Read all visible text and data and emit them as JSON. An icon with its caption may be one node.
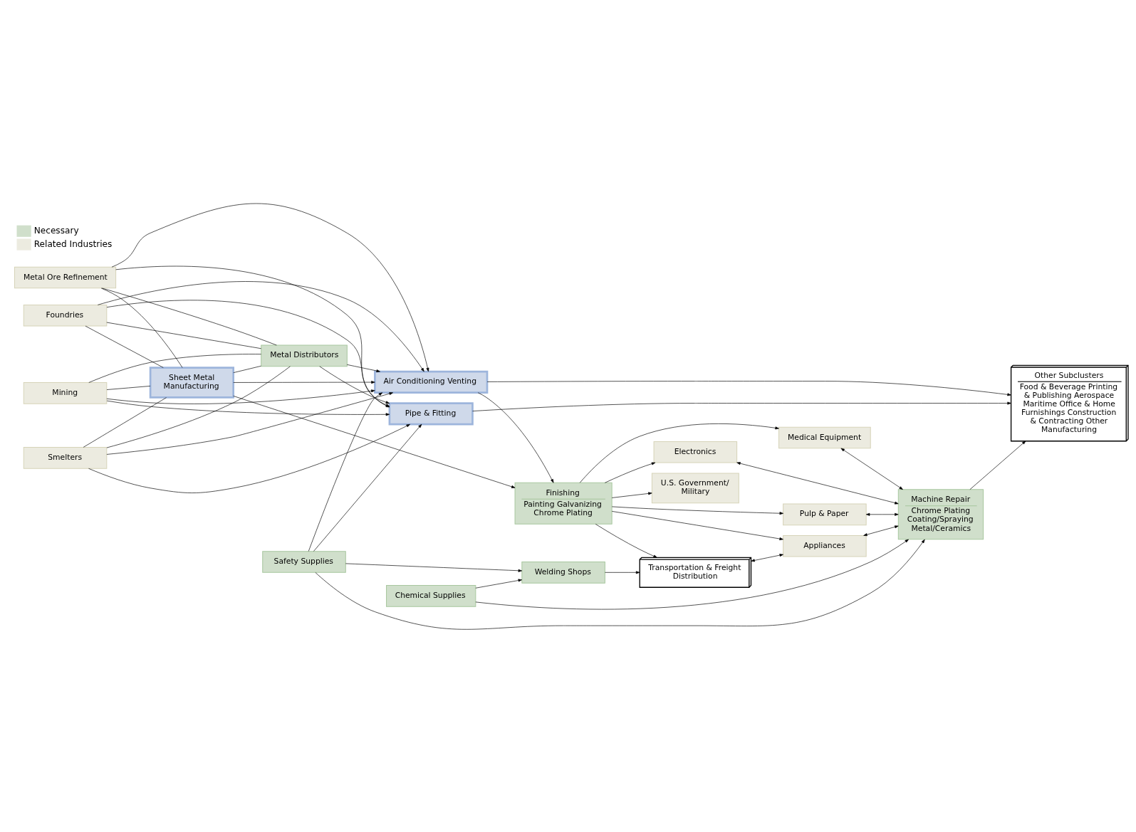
{
  "diagram": {
    "nodes": [
      {
        "text": [
          "Mining"
        ]
      },
      {
        "text": [
          "Metal Ore Refinement"
        ]
      },
      {
        "text": [
          "Smelters"
        ]
      },
      {
        "text": [
          "Foundries"
        ]
      },
      {
        "text": [
          "Sheet Metal Manufacturing"
        ]
      },
      {
        "text": [
          "Metal Distributors"
        ]
      },
      {
        "text": [
          "U.S. Government/ Military"
        ]
      },
      {
        "text": [
          "Finishing",
          "Painting Galvanizing Chrome Plating"
        ]
      },
      {
        "text": [
          "Transportation & Freight Distribution"
        ]
      },
      {
        "text": [
          "Appliances"
        ]
      },
      {
        "text": [
          "Pulp & Paper"
        ]
      },
      {
        "text": [
          "Medical Equipment"
        ]
      },
      {
        "text": [
          "Electronics"
        ]
      },
      {
        "text": [
          "Pipe & Fitting"
        ]
      },
      {
        "text": [
          "Air Conditioning Venting"
        ]
      },
      {
        "text": [
          "Welding Shops"
        ]
      },
      {
        "text": [
          "Safety Supplies"
        ]
      },
      {
        "text": [
          "Chemical Supplies"
        ]
      },
      {
        "text": [
          "Machine Repair",
          "Chrome Plating Coating/Spraying Metal/Ceramics"
        ]
      },
      {
        "text": [
          "Other Subclusters",
          "Food & Beverage Printing & Publishing Aerospace Maritime Office & Home Furnishings Construction & Contracting Other Manufacturing"
        ]
      }
    ],
    "edges": [
      {
        "from": 0,
        "to": 4,
        "arrow": "none"
      },
      {
        "from": 1,
        "to": 4,
        "arrow": "none"
      },
      {
        "from": 2,
        "to": 4,
        "arrow": "none"
      },
      {
        "from": 3,
        "to": 4,
        "arrow": "none"
      },
      {
        "from": 0,
        "to": 5,
        "arrow": "none"
      },
      {
        "from": 1,
        "to": 5,
        "arrow": "none"
      },
      {
        "from": 2,
        "to": 5,
        "arrow": "none"
      },
      {
        "from": 3,
        "to": 5,
        "arrow": "none"
      },
      {
        "from": 0,
        "to": 13,
        "arrow": "to"
      },
      {
        "from": 1,
        "to": 13,
        "arrow": "to"
      },
      {
        "from": 2,
        "to": 13,
        "arrow": "to"
      },
      {
        "from": 3,
        "to": 13,
        "arrow": "to"
      },
      {
        "from": 0,
        "to": 14,
        "arrow": "to"
      },
      {
        "from": 1,
        "to": 14,
        "arrow": "to"
      },
      {
        "from": 2,
        "to": 14,
        "arrow": "to"
      },
      {
        "from": 3,
        "to": 14,
        "arrow": "to"
      },
      {
        "from": 4,
        "to": 5,
        "arrow": "none"
      },
      {
        "from": 4,
        "to": 7,
        "arrow": "to"
      },
      {
        "from": 4,
        "to": 14,
        "arrow": "to"
      },
      {
        "from": 5,
        "to": 13,
        "arrow": "to"
      },
      {
        "from": 5,
        "to": 14,
        "arrow": "to"
      },
      {
        "from": 14,
        "to": 7,
        "arrow": "to"
      },
      {
        "from": 7,
        "to": 6,
        "arrow": "to"
      },
      {
        "from": 7,
        "to": 8,
        "arrow": "to"
      },
      {
        "from": 7,
        "to": 9,
        "arrow": "to"
      },
      {
        "from": 7,
        "to": 10,
        "arrow": "to"
      },
      {
        "from": 7,
        "to": 11,
        "arrow": "to"
      },
      {
        "from": 7,
        "to": 12,
        "arrow": "to"
      },
      {
        "from": 15,
        "to": 8,
        "arrow": "to"
      },
      {
        "from": 8,
        "to": 9,
        "arrow": "both"
      },
      {
        "from": 14,
        "to": 19,
        "arrow": "to"
      },
      {
        "from": 9,
        "to": 18,
        "arrow": "both"
      },
      {
        "from": 10,
        "to": 18,
        "arrow": "both"
      },
      {
        "from": 11,
        "to": 18,
        "arrow": "both"
      },
      {
        "from": 12,
        "to": 18,
        "arrow": "both"
      },
      {
        "from": 13,
        "to": 19,
        "arrow": "to"
      },
      {
        "from": 16,
        "to": 13,
        "arrow": "to"
      },
      {
        "from": 16,
        "to": 14,
        "arrow": "to"
      },
      {
        "from": 16,
        "to": 15,
        "arrow": "to"
      },
      {
        "from": 17,
        "to": 15,
        "arrow": "to"
      },
      {
        "from": 16,
        "to": 18,
        "arrow": "to"
      },
      {
        "from": 17,
        "to": 18,
        "arrow": "to"
      },
      {
        "from": 18,
        "to": 19,
        "arrow": "to"
      }
    ],
    "legend": [
      {
        "text": "Necessary",
        "color": "#d0dfcb"
      },
      {
        "text": "Related Industries",
        "color": "#ecebe0"
      }
    ]
  }
}
